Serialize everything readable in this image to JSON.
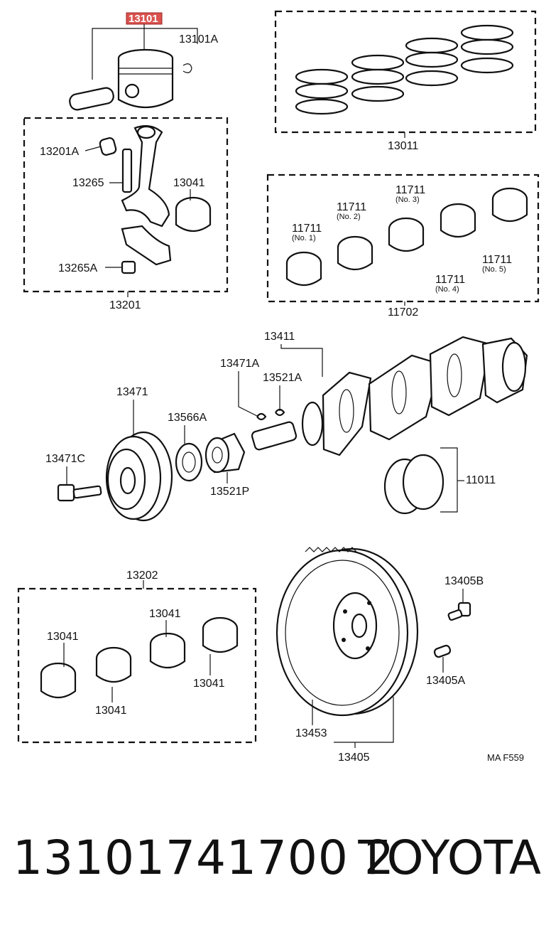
{
  "diagram": {
    "highlighted_part": "13101",
    "labels": {
      "l_13101A": "13101A",
      "l_13011": "13011",
      "l_13201A": "13201A",
      "l_13265": "13265",
      "l_13041_rod": "13041",
      "l_13265A": "13265A",
      "l_13201": "13201",
      "l_11711_no1": "11711",
      "l_11711_no2": "11711",
      "l_11711_no3": "11711",
      "l_11711_no4": "11711",
      "l_11711_no5": "11711",
      "l_11702": "11702",
      "l_13411": "13411",
      "l_13471A": "13471A",
      "l_13521A": "13521A",
      "l_13471": "13471",
      "l_13566A": "13566A",
      "l_13471C": "13471C",
      "l_13521P": "13521P",
      "l_11011": "11011",
      "l_13202": "13202",
      "l_13041_a": "13041",
      "l_13041_b": "13041",
      "l_13041_c": "13041",
      "l_13041_d": "13041",
      "l_13405B": "13405B",
      "l_13405A": "13405A",
      "l_13453": "13453",
      "l_13405": "13405"
    },
    "sublabels": {
      "no1": "(No. 1)",
      "no2": "(No. 2)",
      "no3": "(No. 3)",
      "no4": "(No. 4)",
      "no5": "(No. 5)"
    },
    "figure_code": "MA F559"
  },
  "footer": {
    "part_number": "13101741700 2",
    "brand": "TOYOTA"
  }
}
